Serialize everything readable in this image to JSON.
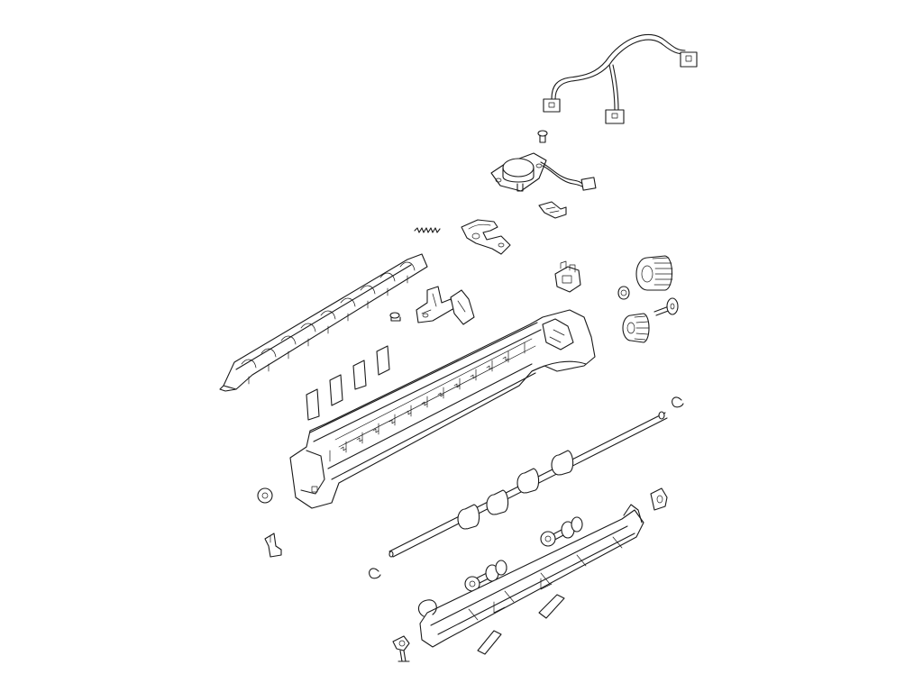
{
  "diagram": {
    "type": "exploded-parts-diagram",
    "background_color": "#ffffff",
    "line_color": "#1a1a1a",
    "parts": [
      {
        "name": "wire-harness",
        "icon": "cable-harness-icon"
      },
      {
        "name": "screw-top",
        "icon": "screw-icon"
      },
      {
        "name": "motor",
        "icon": "motor-icon"
      },
      {
        "name": "small-bracket",
        "icon": "bracket-icon"
      },
      {
        "name": "spring",
        "icon": "spring-icon"
      },
      {
        "name": "lever-arm",
        "icon": "lever-icon"
      },
      {
        "name": "switch-sensor",
        "icon": "sensor-icon"
      },
      {
        "name": "gear-large",
        "icon": "gear-icon"
      },
      {
        "name": "clip-ring",
        "icon": "ring-icon"
      },
      {
        "name": "gear-pulley",
        "icon": "gear-icon"
      },
      {
        "name": "shaft-pin",
        "icon": "pin-icon"
      },
      {
        "name": "guide-rail",
        "icon": "rail-icon"
      },
      {
        "name": "bracket-mid",
        "icon": "bracket-icon"
      },
      {
        "name": "screw-left",
        "icon": "screw-icon"
      },
      {
        "name": "film-pieces",
        "icon": "film-icon"
      },
      {
        "name": "main-frame",
        "icon": "frame-icon"
      },
      {
        "name": "e-clip-right",
        "icon": "e-clip-icon"
      },
      {
        "name": "washer-left",
        "icon": "washer-icon"
      },
      {
        "name": "hook-bracket",
        "icon": "hook-icon"
      },
      {
        "name": "roller-shaft",
        "icon": "roller-icon"
      },
      {
        "name": "e-clip-left",
        "icon": "e-clip-icon"
      },
      {
        "name": "bushing-right",
        "icon": "bushing-icon"
      },
      {
        "name": "roller-short-right",
        "icon": "roller-icon"
      },
      {
        "name": "roller-short-left",
        "icon": "roller-icon"
      },
      {
        "name": "lower-guide",
        "icon": "guide-plate-icon"
      },
      {
        "name": "lever-small",
        "icon": "lever-icon"
      },
      {
        "name": "film-strips",
        "icon": "film-icon"
      }
    ]
  }
}
